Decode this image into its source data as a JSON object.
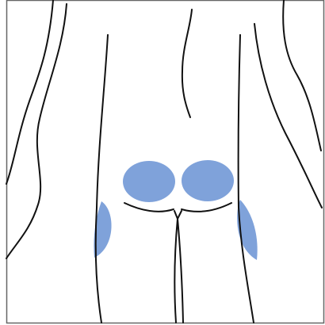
{
  "figure": {
    "subject": "posterior-body-outline",
    "outline_color": "#111111",
    "highlight_color": "#7FA2DA",
    "border_color": "#666666",
    "highlighted_regions": [
      "upper-left-buttock",
      "upper-right-buttock",
      "left-outer-thigh",
      "right-outer-thigh"
    ]
  }
}
